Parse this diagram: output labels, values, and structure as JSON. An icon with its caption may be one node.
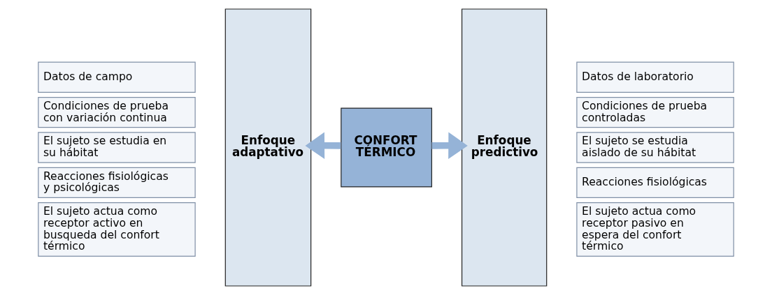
{
  "diagram": {
    "nodes": [
      {
        "text": [
          "Enfoque adaptativo"
        ]
      },
      {
        "text": [
          "Datos de campo"
        ]
      },
      {
        "text": [
          "Condiciones de prueba con variación continua"
        ]
      },
      {
        "text": [
          "El sujeto se estudia en su hábitat"
        ]
      },
      {
        "text": [
          "Reacciones fisiológicas y psicológicas"
        ]
      },
      {
        "text": [
          "El sujeto actua como receptor activo en busqueda del confort térmico"
        ]
      },
      {
        "text": [
          "CONFORT TÉRMICO"
        ]
      },
      {
        "text": [
          "Enfoque predictivo"
        ]
      },
      {
        "text": [
          "Datos de laboratorio"
        ]
      },
      {
        "text": [
          "Condiciones de prueba controladas"
        ]
      },
      {
        "text": [
          "El sujeto se estudia aislado de su hábitat"
        ]
      },
      {
        "text": [
          "Reacciones fisiológicas"
        ]
      },
      {
        "text": [
          "El sujeto actua como receptor pasivo en espera del confort térmico"
        ]
      }
    ],
    "edges": [
      {
        "from": 6,
        "to": 0,
        "arrow": "to"
      },
      {
        "from": 6,
        "to": 7,
        "arrow": "to"
      }
    ]
  }
}
